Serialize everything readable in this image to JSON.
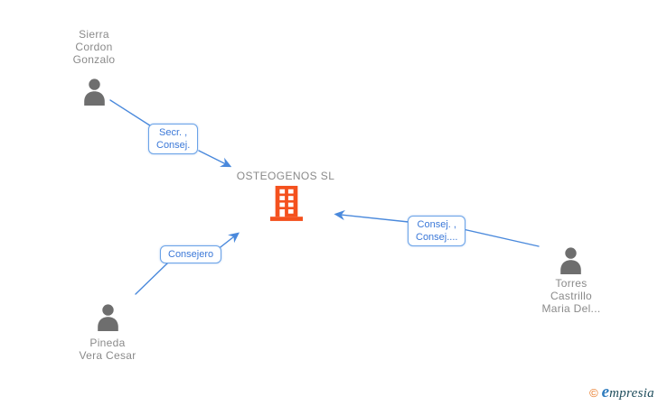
{
  "colors": {
    "edge-blue": "#4a89dc",
    "label-border-blue": "#6ba3e8",
    "label-text-blue": "#3b78d8",
    "node-text-gray": "#8a8a8a",
    "person-gray": "#6e6e6e",
    "building-orange": "#f4511e",
    "logo-orange": "#e87722",
    "logo-blue": "#2f7cbe",
    "logo-dark": "#214f5e",
    "background": "#ffffff"
  },
  "company": {
    "name": "OSTEOGENOS SL"
  },
  "people": [
    {
      "name": "Sierra Cordon Gonzalo",
      "name_lines": [
        "Sierra",
        "Cordon",
        "Gonzalo"
      ]
    },
    {
      "name": "Pineda Vera Cesar",
      "name_lines": [
        "Pineda",
        "Vera Cesar"
      ]
    },
    {
      "name": "Torres Castrillo Maria Del...",
      "name_lines": [
        "Torres",
        "Castrillo",
        "Maria Del..."
      ]
    }
  ],
  "relationships": [
    {
      "from": "Sierra Cordon Gonzalo",
      "to": "OSTEOGENOS SL",
      "label_lines": [
        "Secr. ,",
        "Consej."
      ]
    },
    {
      "from": "Pineda Vera Cesar",
      "to": "OSTEOGENOS SL",
      "label_lines": [
        "Consejero"
      ]
    },
    {
      "from": "Torres Castrillo Maria Del...",
      "to": "OSTEOGENOS SL",
      "label_lines": [
        "Consej. ,",
        "Consej...."
      ]
    }
  ],
  "footer": {
    "copyright_symbol": "©",
    "brand_initial": "e",
    "brand_rest": "mpresia"
  }
}
